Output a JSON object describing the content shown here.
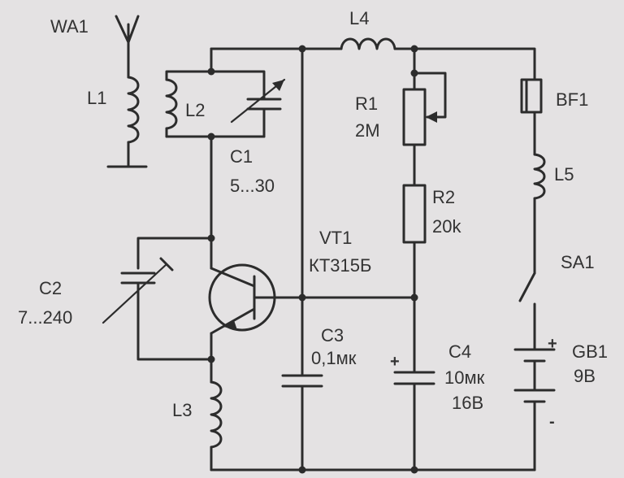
{
  "components": {
    "antenna": {
      "ref": "WA1"
    },
    "l1": {
      "ref": "L1"
    },
    "l2": {
      "ref": "L2"
    },
    "l3": {
      "ref": "L3"
    },
    "l4": {
      "ref": "L4"
    },
    "l5": {
      "ref": "L5"
    },
    "c1": {
      "ref": "C1",
      "value": "5...30"
    },
    "c2": {
      "ref": "C2",
      "value": "7...240"
    },
    "c3": {
      "ref": "C3",
      "value": "0,1мк"
    },
    "c4": {
      "ref": "C4",
      "value": "10мк",
      "voltage": "16В",
      "polarity": "+"
    },
    "r1": {
      "ref": "R1",
      "value": "2М"
    },
    "r2": {
      "ref": "R2",
      "value": "20k"
    },
    "vt1": {
      "ref": "VT1",
      "part": "КТ315Б"
    },
    "bf1": {
      "ref": "BF1"
    },
    "sa1": {
      "ref": "SA1"
    },
    "gb1": {
      "ref": "GB1",
      "value": "9В",
      "plus": "+",
      "minus": "-"
    }
  }
}
